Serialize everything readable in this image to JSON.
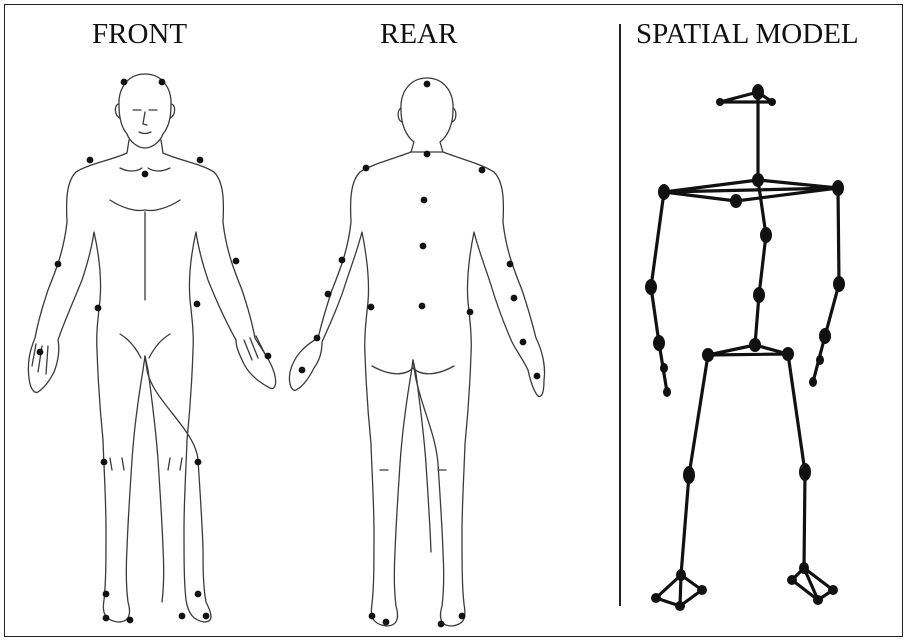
{
  "labels": {
    "front": "FRONT",
    "rear": "REAR",
    "spatial": "SPATIAL MODEL"
  },
  "colors": {
    "outline": "#3a3a3a",
    "marker": "#111111",
    "model": "#111111"
  }
}
